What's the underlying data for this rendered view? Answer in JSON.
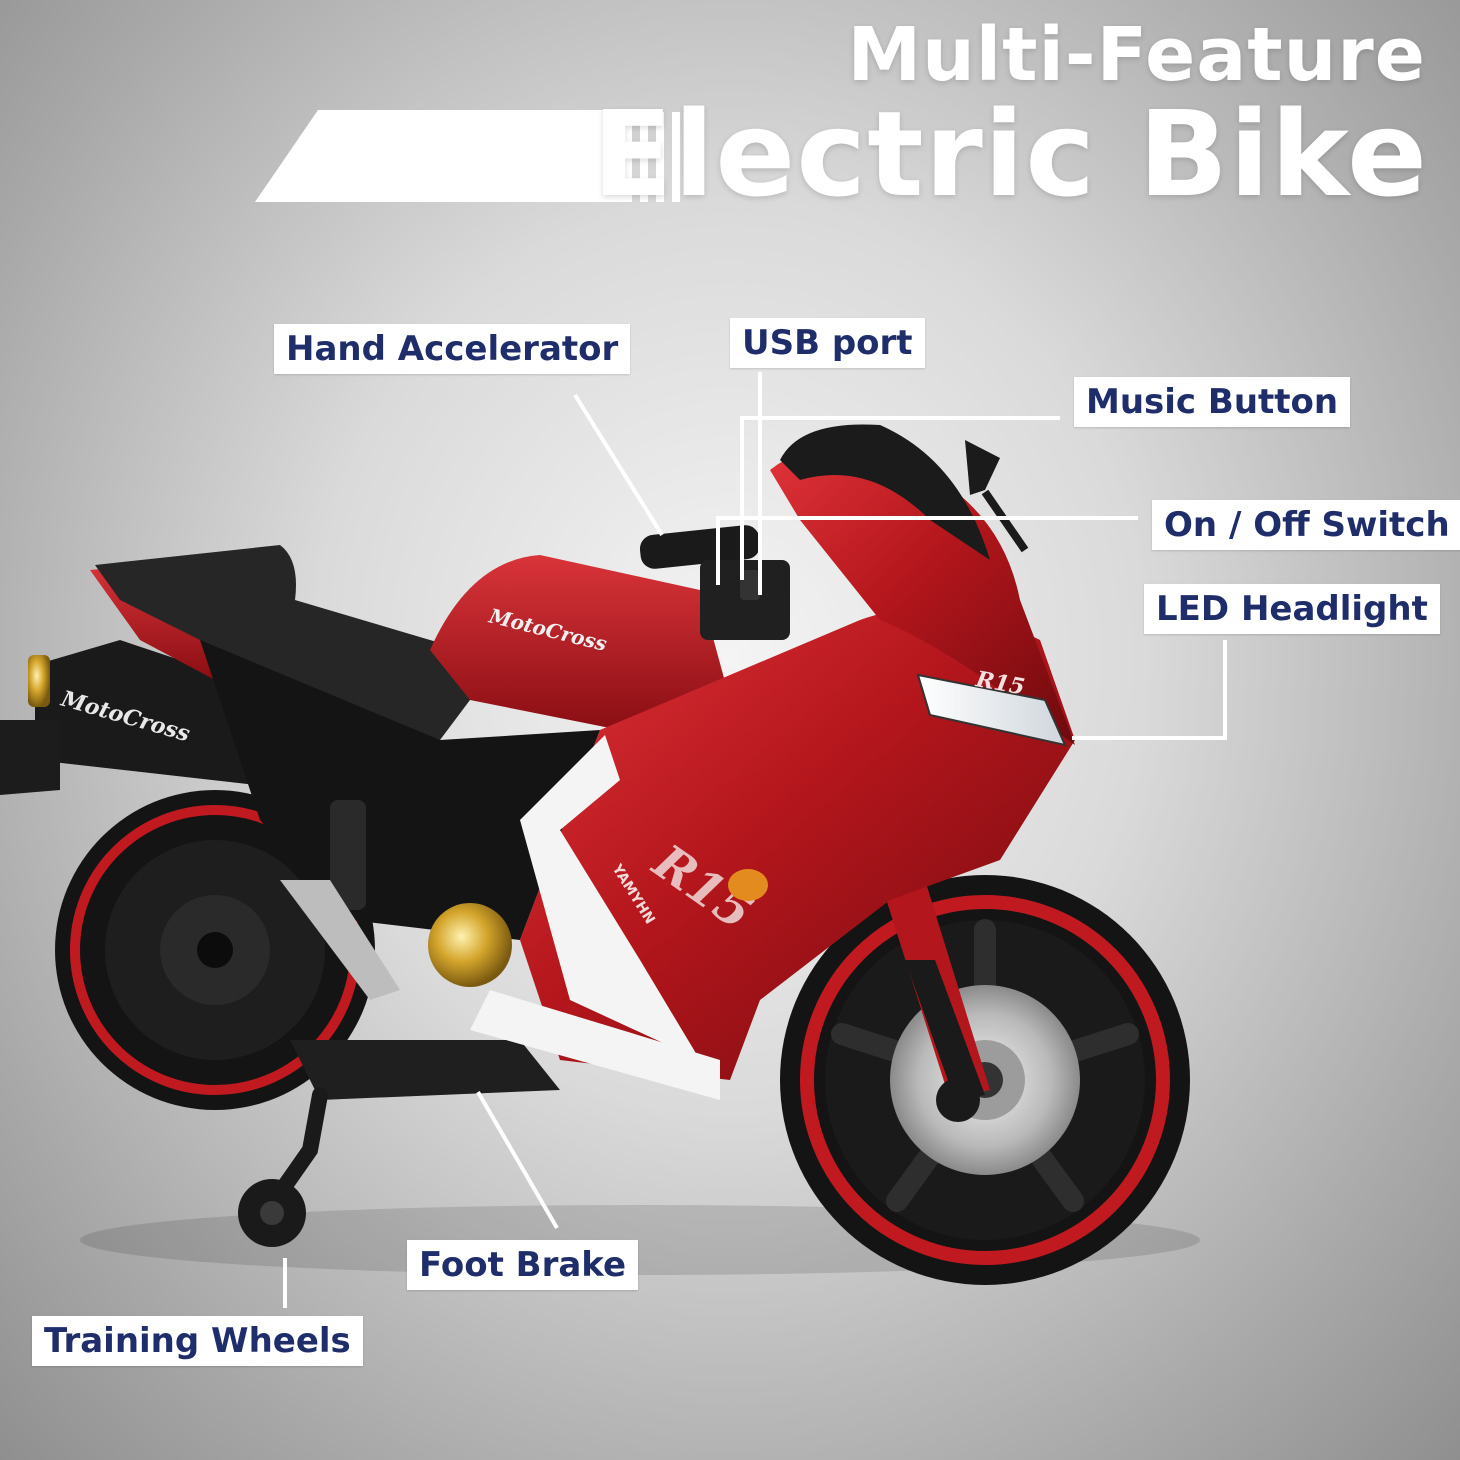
{
  "title": {
    "line1": "Multi-Feature",
    "line2": "Electric Bike"
  },
  "labels": {
    "hand_accelerator": "Hand Accelerator",
    "usb_port": "USB port",
    "music_button": "Music Button",
    "on_off_switch": "On / Off Switch",
    "led_headlight": "LED Headlight",
    "foot_brake": "Foot Brake",
    "training_wheels": "Training Wheels"
  },
  "bike_badges": {
    "brand_tank": "MotoCross",
    "brand_exhaust": "MotoCross",
    "model_fairing": "R15",
    "model_front": "R15",
    "maker": "YAMYHN"
  },
  "colors": {
    "label_text": "#1f2d6b",
    "label_bg": "#ffffff",
    "bike_red": "#b3161c",
    "title_text": "#ffffff"
  }
}
